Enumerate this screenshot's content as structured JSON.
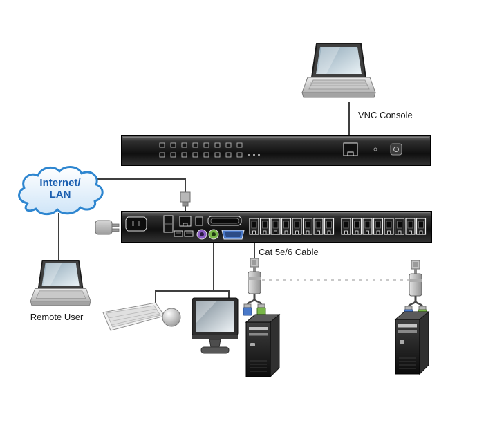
{
  "diagram": {
    "labels": {
      "vnc_console": "VNC Console",
      "internet_line1": "Internet/",
      "internet_line2": "LAN",
      "remote_user": "Remote User",
      "cat_cable": "Cat 5e/6 Cable"
    },
    "colors": {
      "connection_line": "#3f3f3f",
      "dotted_cable": "#c9c9c9",
      "cloud_outline": "#2e86d0",
      "cloud_text": "#1c5fb0",
      "panel_body": "#1e1e1e",
      "ps2_keyboard_purple": "#8a5cc4",
      "ps2_mouse_green": "#78b648",
      "vga_blue": "#4a79c9",
      "label_text": "#1a1a1a"
    },
    "kvm_switch": {
      "rear_rj45_banks": 2,
      "ports_per_bank": 8,
      "total_rj45_ports": 16,
      "front_pushbuttons_per_row": 8,
      "front_pushbutton_rows": 2
    }
  }
}
